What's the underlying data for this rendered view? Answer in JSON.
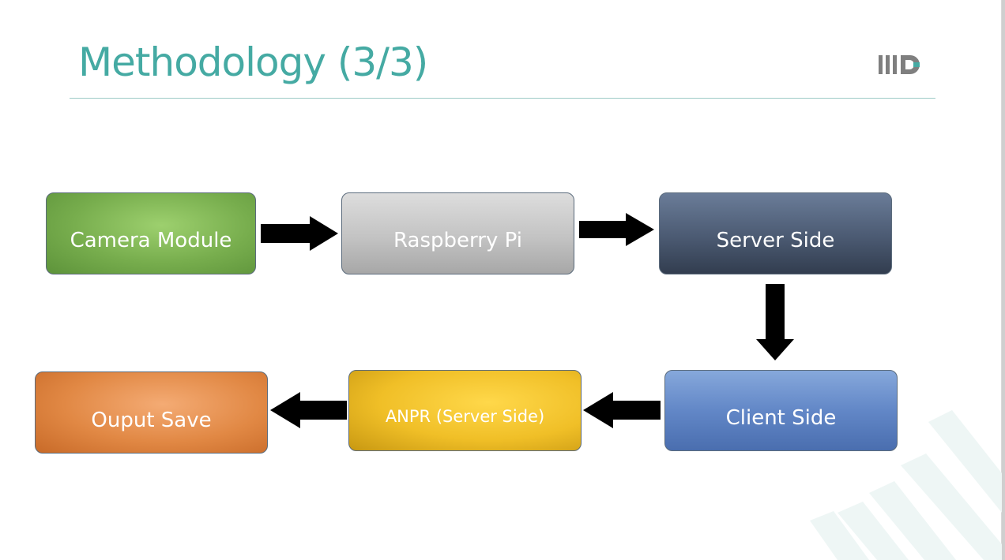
{
  "slide": {
    "title": "Methodology (3/3)",
    "logo": {
      "icon": "iiitd-logo-icon",
      "color": "#7f7f7f",
      "accent": "#45aaa3"
    }
  },
  "diagram": {
    "nodes": [
      {
        "id": "camera",
        "label": "Camera Module"
      },
      {
        "id": "raspberry",
        "label": "Raspberry Pi"
      },
      {
        "id": "server",
        "label": "Server Side"
      },
      {
        "id": "client",
        "label": "Client Side"
      },
      {
        "id": "anpr",
        "label": "ANPR (Server Side)"
      },
      {
        "id": "output",
        "label": "Ouput Save"
      }
    ],
    "edges": [
      {
        "from": "camera",
        "to": "raspberry"
      },
      {
        "from": "raspberry",
        "to": "server"
      },
      {
        "from": "server",
        "to": "client"
      },
      {
        "from": "client",
        "to": "anpr"
      },
      {
        "from": "anpr",
        "to": "output"
      }
    ]
  }
}
